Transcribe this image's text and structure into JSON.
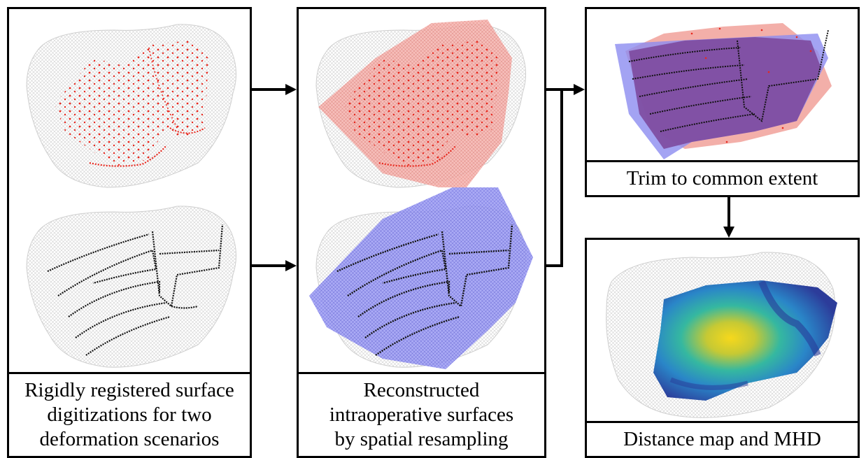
{
  "panels": {
    "left": {
      "caption": "Rigidly registered surface\ndigitizations for two\ndeformation scenarios"
    },
    "middle": {
      "caption": "Reconstructed\nintraoperative surfaces\nby spatial resampling"
    },
    "top_right": {
      "caption": "Trim to common extent"
    },
    "bottom_right": {
      "caption": "Distance map and MHD"
    }
  },
  "colors": {
    "organ_mesh": "#d4d4d4",
    "scenario_1": "#e8281e",
    "scenario_2": "#111111",
    "surface_1": "#f2a6a0",
    "surface_2": "#8c8cf0",
    "overlap": "#7d4a9e",
    "arrow": "#000000"
  },
  "icons": {
    "organ": "liver-mesh-icon",
    "arrow": "right-arrow-icon"
  }
}
